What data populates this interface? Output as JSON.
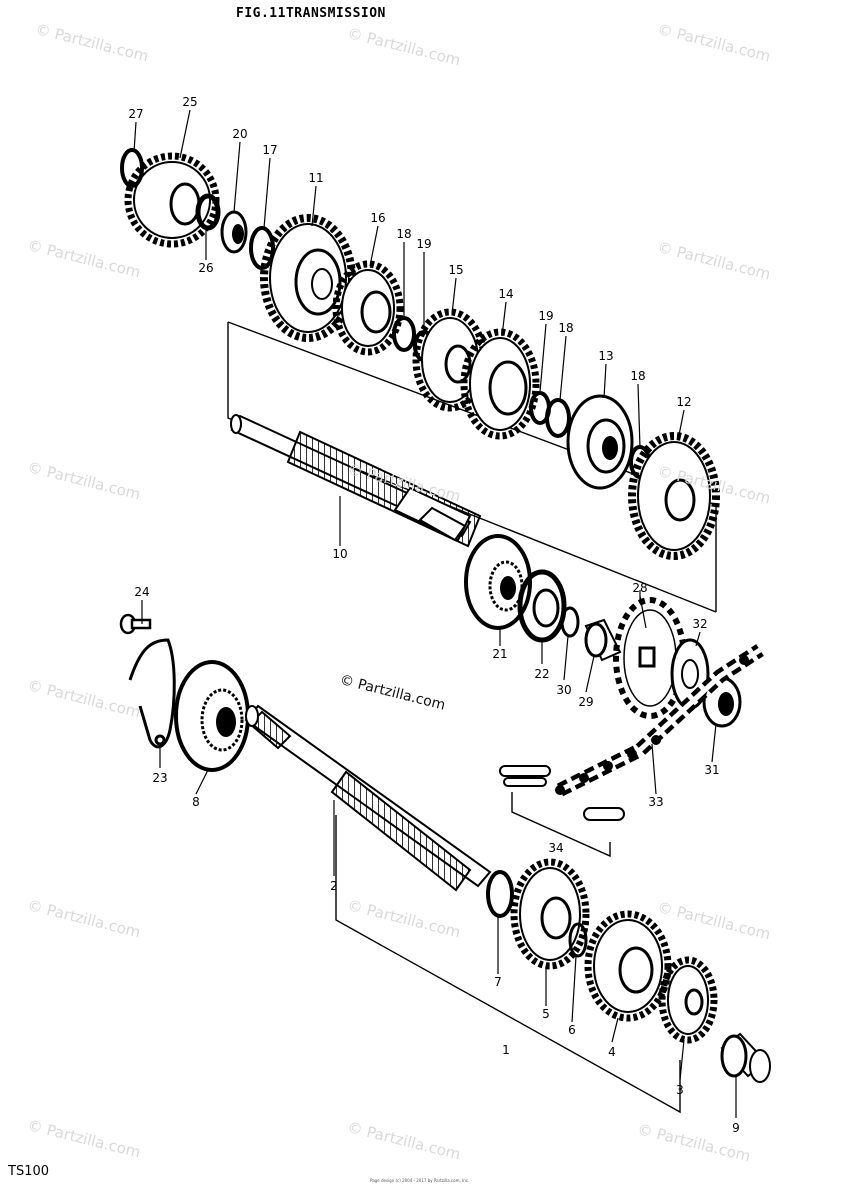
{
  "figure_title": "FIG.11TRANSMISSION",
  "model_label": "TS100",
  "footer_text": "Page design (c) 2004 - 2017 by Partzilla.com, Inc.",
  "watermark_text": "© Partzilla.com",
  "callouts": [
    "27",
    "25",
    "20",
    "17",
    "11",
    "16",
    "18",
    "19",
    "15",
    "14",
    "19",
    "18",
    "13",
    "18",
    "12",
    "26",
    "10",
    "21",
    "22",
    "30",
    "29",
    "28",
    "32",
    "31",
    "33",
    "34",
    "24",
    "23",
    "8",
    "2",
    "7",
    "5",
    "6",
    "4",
    "3",
    "1",
    "9"
  ],
  "colors": {
    "ink": "#000000",
    "paper": "#ffffff",
    "watermark": "#d9d9d9"
  },
  "part_icons": [
    "gear-icon",
    "shaft-icon",
    "bearing-icon",
    "washer-icon",
    "sprocket-icon",
    "chain-icon",
    "bolt-icon",
    "retainer-plate-icon",
    "bushing-icon"
  ]
}
